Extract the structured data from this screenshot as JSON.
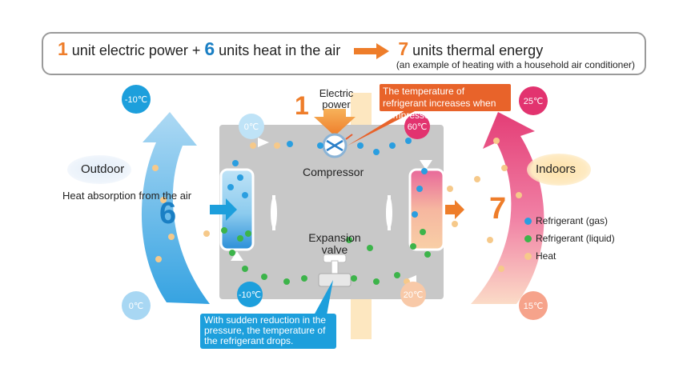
{
  "equation": {
    "n1": "1",
    "t1": " unit electric power + ",
    "n2": "6",
    "t2": " units heat in the air",
    "n3": "7",
    "t3": " units thermal energy",
    "note": "(an example of heating with a household air conditioner)"
  },
  "outdoor": {
    "label": "Outdoor",
    "sub": "Heat absorption from the air",
    "number": "6"
  },
  "indoor": {
    "label": "Indoors",
    "number": "7"
  },
  "power": {
    "number": "1",
    "label_line1": "Electric",
    "label_line2": "power"
  },
  "compressor": {
    "label": "Compressor"
  },
  "valve": {
    "label_line1": "Expansion",
    "label_line2": "valve"
  },
  "callouts": {
    "compressed": "The temperature of refrigerant increases when compressed",
    "pressure": "With sudden reduction in the pressure, the temperature of the refrigerant drops."
  },
  "temps": {
    "outdoor_top": "-10℃",
    "outdoor_bottom": "0℃",
    "loop_top_left": "0℃",
    "loop_bottom_left": "-10℃",
    "loop_top_right": "60℃",
    "loop_bottom_right": "20℃",
    "indoor_top": "25℃",
    "indoor_bottom": "15℃"
  },
  "legend": [
    {
      "label": "Refrigerant (gas)",
      "color": "#2a9ee0"
    },
    {
      "label": "Refrigerant (liquid)",
      "color": "#3cb44a"
    },
    {
      "label": "Heat",
      "color": "#f6c98a"
    }
  ],
  "colors": {
    "orange": "#ee7d2a",
    "blue": "#1a7fc4",
    "pink": "#e2336f",
    "panel": "#c8c8c8"
  }
}
